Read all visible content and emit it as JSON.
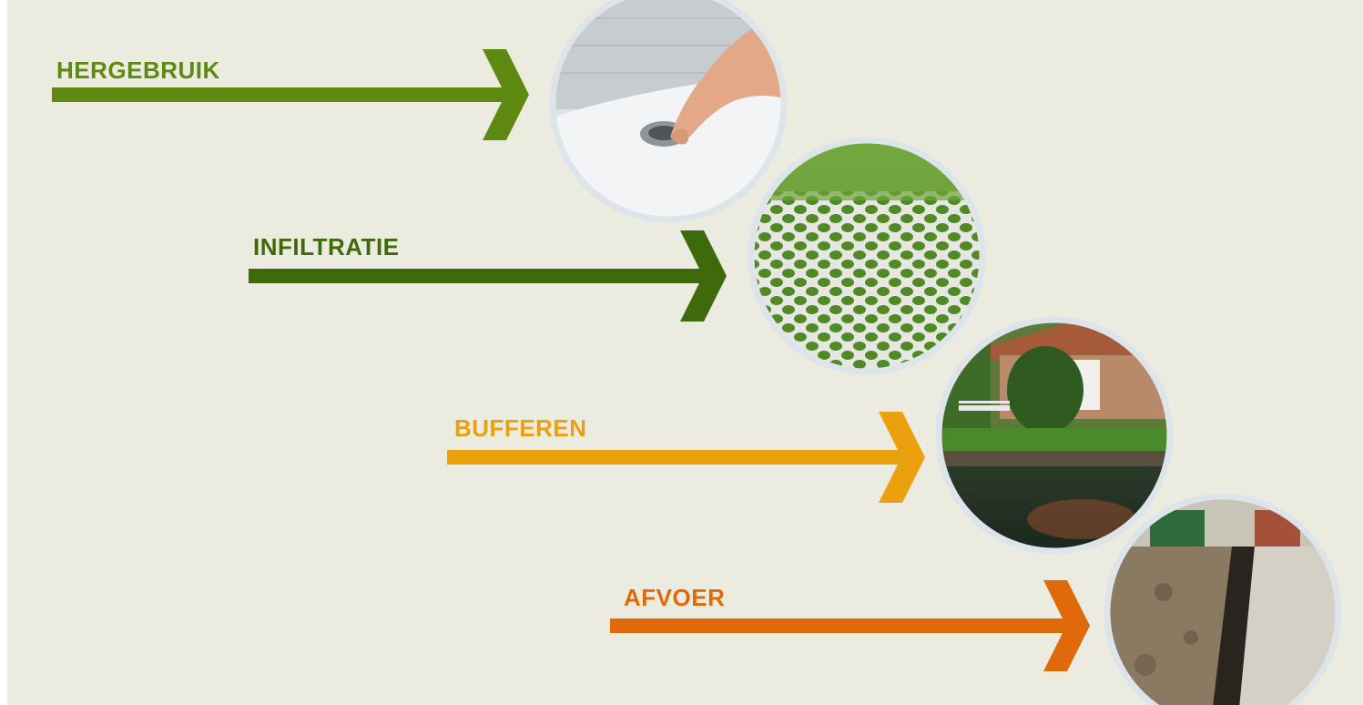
{
  "steps": [
    {
      "label": "HERGEBRUIK",
      "color": "#5e8a12",
      "image": "sink-drain-photo"
    },
    {
      "label": "INFILTRATIE",
      "color": "#3f6a0c",
      "image": "grass-paver-photo"
    },
    {
      "label": "BUFFEREN",
      "color": "#eba00e",
      "image": "garden-pond-photo"
    },
    {
      "label": "AFVOER",
      "color": "#e06a0a",
      "image": "drainage-trench-photo"
    }
  ],
  "colors": {
    "background": "#ecebdf",
    "circle_border": "#dde5ea"
  }
}
